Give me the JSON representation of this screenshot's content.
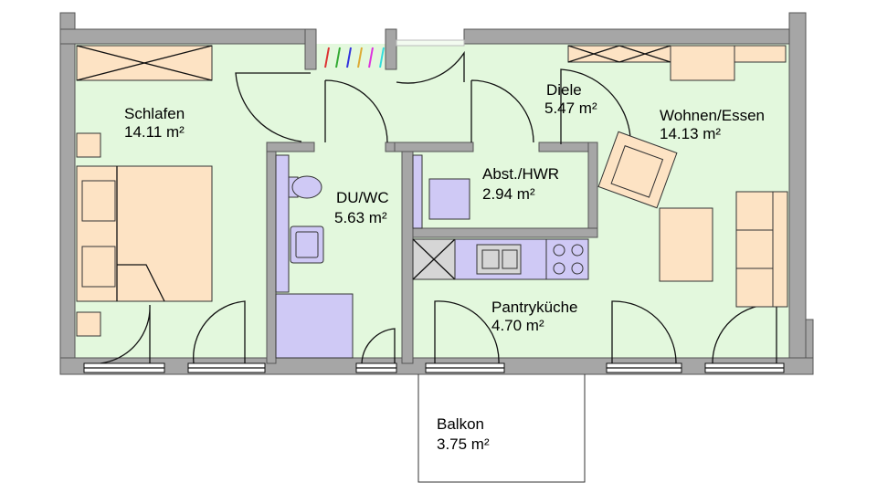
{
  "rooms": {
    "schlafen": {
      "name": "Schlafen",
      "area": "14.11 m²"
    },
    "du_wc": {
      "name": "DU/WC",
      "area": "5.63 m²"
    },
    "diele": {
      "name": "Diele",
      "area": "5.47 m²"
    },
    "abst_hwr": {
      "name": "Abst./HWR",
      "area": "2.94 m²"
    },
    "wohnen": {
      "name": "Wohnen/Essen",
      "area": "14.13 m²"
    },
    "pantry": {
      "name": "Pantryküche",
      "area": "4.70 m²"
    },
    "balkon": {
      "name": "Balkon",
      "area": "3.75 m²"
    }
  },
  "colors": {
    "floor": "#e3f8dd",
    "wall": "#a6a6a6",
    "furniture_wood": "#fde3c4",
    "sanitary": "#cfc9f5",
    "kitchen_steel": "#d6d6d6"
  }
}
